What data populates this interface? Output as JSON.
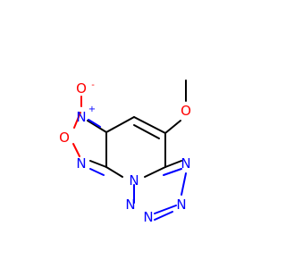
{
  "molecule": {
    "atoms": {
      "o_oxide": {
        "symbol": "O",
        "charge": "-"
      },
      "n_plus": {
        "symbol": "N",
        "charge": "+"
      },
      "o_ring": {
        "symbol": "O"
      },
      "n_furazan": {
        "symbol": "N"
      },
      "n_bridge": {
        "symbol": "N"
      },
      "n_tet1": {
        "symbol": "N"
      },
      "n_tet2": {
        "symbol": "N"
      },
      "n_tet3": {
        "symbol": "N"
      },
      "n_tet4": {
        "symbol": "N"
      },
      "o_methoxy": {
        "symbol": "O"
      }
    }
  },
  "colors": {
    "bond": "#000000",
    "nitrogen": "#0000ff",
    "oxygen": "#ff0000"
  }
}
